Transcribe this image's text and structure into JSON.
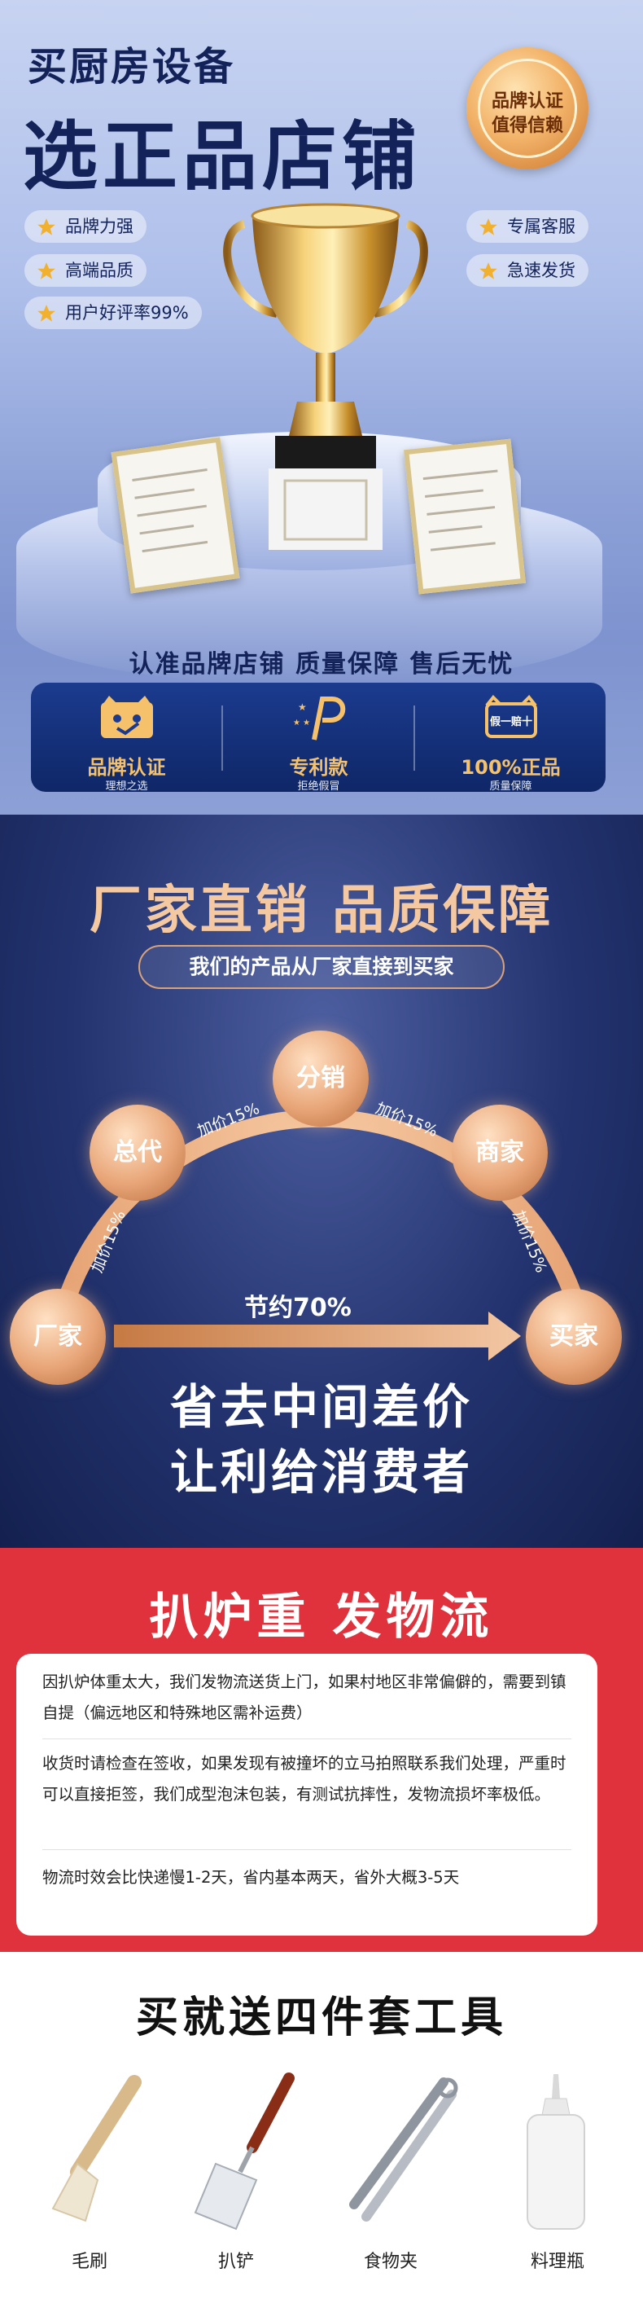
{
  "section1": {
    "title_small": "买厨房设备",
    "title_big": "选正品店铺",
    "seal": [
      "品牌认证",
      "值得信赖"
    ],
    "left_features": [
      "品牌力强",
      "高端品质",
      "用户好评率99%"
    ],
    "right_features": [
      "专属客服",
      "急速发货"
    ],
    "tagline": "认准品牌店铺   质量保障   售后无忧",
    "badges": [
      {
        "title": "品牌认证",
        "sub": "理想之选"
      },
      {
        "title": "专利款",
        "sub": "拒绝假冒"
      },
      {
        "title": "100%正品",
        "sub": "质量保障",
        "icon_text": "假一赔十"
      }
    ],
    "colors": {
      "navy": "#13235a",
      "gold": "#f5c26b"
    }
  },
  "section2": {
    "title": "厂家直销 品质保障",
    "subtitle": "我们的产品从厂家直接到买家",
    "nodes": [
      "厂家",
      "总代",
      "分销",
      "商家",
      "买家"
    ],
    "markups": [
      "加价15%",
      "加价15%",
      "加价15%",
      "加价15%"
    ],
    "saving": "节约70%",
    "headline": [
      "省去中间差价",
      "让利给消费者"
    ]
  },
  "section3": {
    "title": "扒炉重 发物流",
    "paragraphs": [
      "因扒炉体重太大，我们发物流送货上门，如果村地区非常偏僻的，需要到镇自提（偏远地区和特殊地区需补运费）",
      "收货时请检查在签收，如果发现有被撞坏的立马拍照联系我们处理，严重时可以直接拒签，我们成型泡沫包装，有测试抗摔性，发物流损坏率极低。",
      "物流时效会比快递慢1-2天，省内基本两天，省外大概3-5天"
    ]
  },
  "section4": {
    "title": "买就送四件套工具",
    "tools": [
      "毛刷",
      "扒铲",
      "食物夹",
      "料理瓶"
    ]
  }
}
